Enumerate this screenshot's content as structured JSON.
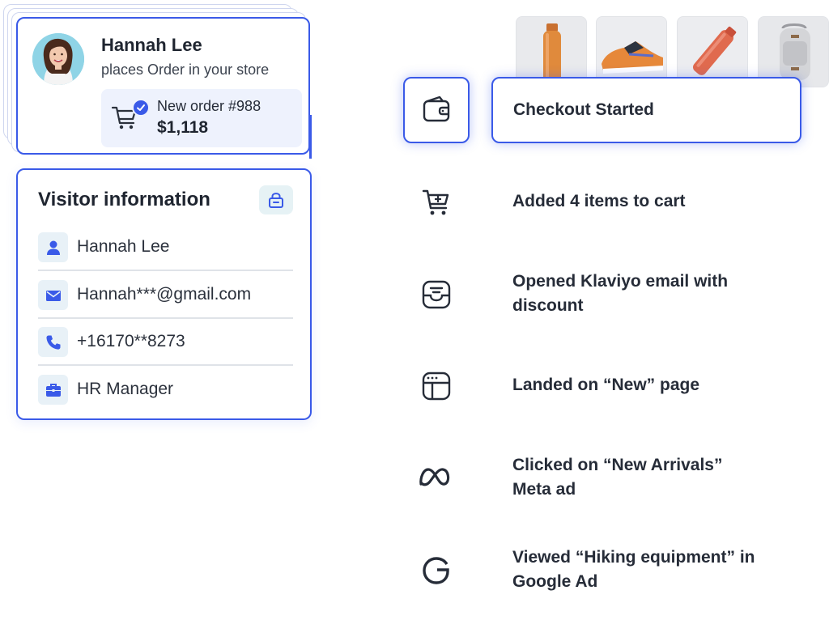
{
  "order_card": {
    "name": "Hannah Lee",
    "subtitle": "places Order in your store",
    "order_number": "New order #988",
    "amount": "$1,118"
  },
  "visitor_card": {
    "title": "Visitor information",
    "rows": [
      {
        "icon": "user-icon",
        "text": "Hannah Lee"
      },
      {
        "icon": "mail-icon",
        "text": "Hannah***@gmail.com"
      },
      {
        "icon": "phone-icon",
        "text": "+16170**8273"
      },
      {
        "icon": "briefcase-icon",
        "text": "HR Manager"
      }
    ]
  },
  "products": [
    {
      "name": "water-bottle",
      "color": "#e08a3c"
    },
    {
      "name": "sneaker",
      "color": "#e6883a"
    },
    {
      "name": "red-bottle",
      "color": "#e06a4e"
    },
    {
      "name": "backpack",
      "color": "#d8d9dc"
    }
  ],
  "timeline": [
    {
      "icon": "wallet-icon",
      "label": "Checkout Started",
      "active": true
    },
    {
      "icon": "cart-add-icon",
      "label": "Added 4 items to cart"
    },
    {
      "icon": "email-tray-icon",
      "label": "Opened Klaviyo email with discount"
    },
    {
      "icon": "browser-page-icon",
      "label": "Landed on “New” page"
    },
    {
      "icon": "meta-logo-icon",
      "label": "Clicked on “New Arrivals” Meta ad"
    },
    {
      "icon": "google-logo-icon",
      "label": "Viewed “Hiking equipment” in Google Ad"
    }
  ],
  "colors": {
    "accent": "#3a5ae8",
    "text": "#262c38",
    "icon_bg": "#e8f1f7"
  }
}
